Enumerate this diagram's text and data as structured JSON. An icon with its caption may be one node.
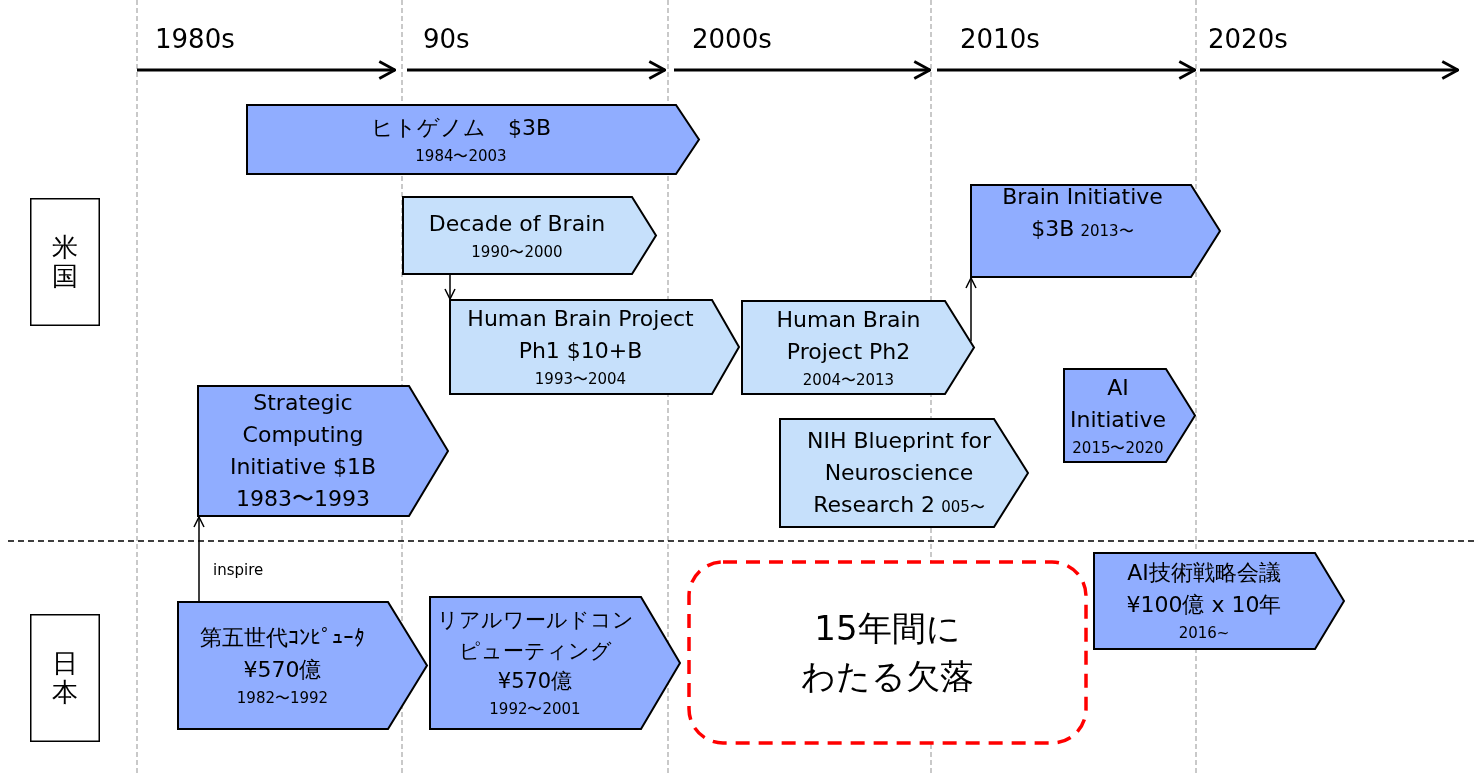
{
  "diagram": {
    "nodes": [
      {
        "text": [
          "米国"
        ]
      },
      {
        "text": [
          "日本"
        ]
      },
      {
        "text": [
          "ヒトゲノム　$3B",
          "1984〜2003"
        ]
      },
      {
        "text": [
          "Decade of Brain",
          "1990〜2000"
        ]
      },
      {
        "text": [
          "Brain Initiative",
          "$3B",
          "2013〜"
        ]
      },
      {
        "text": [
          "Human Brain Project Ph1 $10+B",
          "1993〜2004"
        ]
      },
      {
        "text": [
          "Human Brain Project Ph2",
          "2004〜2013"
        ]
      },
      {
        "text": [
          "Strategic Computing Initiative $1B 1983〜1993"
        ]
      },
      {
        "text": [
          "AI Initiative",
          "2015〜2020"
        ]
      },
      {
        "text": [
          "NIH Blueprint for Neuroscience Research 2",
          "005〜"
        ]
      },
      {
        "text": [
          "第五世代ｺﾝﾋﾟｭｰﾀ ¥570億",
          "1982〜1992"
        ]
      },
      {
        "text": [
          "リアルワールドコンピューティング ¥570億",
          "1992〜2001"
        ]
      },
      {
        "text": [
          "AI技術戦略会議 ¥100億 x 10年",
          "2016~"
        ]
      },
      {
        "text": [
          "15年間にわたる欠落"
        ]
      }
    ],
    "edges": [
      {
        "from": 3,
        "to": 5,
        "arrow": "to"
      },
      {
        "from": 6,
        "to": 4,
        "arrow": "to"
      },
      {
        "from": 10,
        "to": 7,
        "arrow": "to",
        "label": "inspire"
      }
    ],
    "labels": [
      "1980s",
      "90s",
      "2000s",
      "2010s",
      "2020s"
    ]
  }
}
